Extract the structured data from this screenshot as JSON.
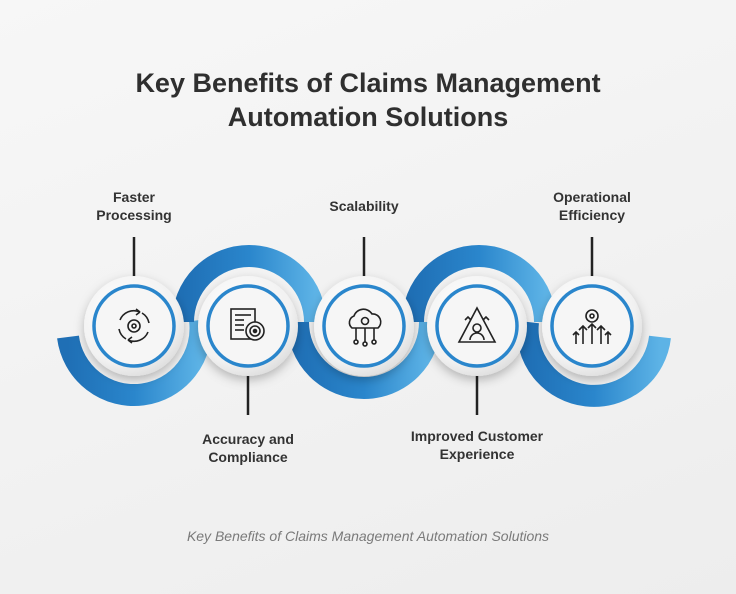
{
  "title": {
    "line1": "Key Benefits of Claims Management",
    "line2": "Automation Solutions"
  },
  "benefits": [
    {
      "line1": "Faster",
      "line2": "Processing",
      "icon": "gears-cycle-icon",
      "position": "top"
    },
    {
      "line1": "Accuracy and",
      "line2": "Compliance",
      "icon": "document-target-icon",
      "position": "bottom"
    },
    {
      "line1": "Scalability",
      "line2": "",
      "icon": "cloud-gear-icon",
      "position": "top"
    },
    {
      "line1": "Improved Customer",
      "line2": "Experience",
      "icon": "user-growth-icon",
      "position": "bottom"
    },
    {
      "line1": "Operational",
      "line2": "Efficiency",
      "icon": "gear-arrows-icon",
      "position": "top"
    }
  ],
  "caption": "Key Benefits of Claims Management Automation Solutions",
  "colors": {
    "accent_dark": "#1f6fb5",
    "accent_light": "#4fa8e0",
    "text": "#2f2f2f",
    "caption": "#7a7a7a"
  }
}
